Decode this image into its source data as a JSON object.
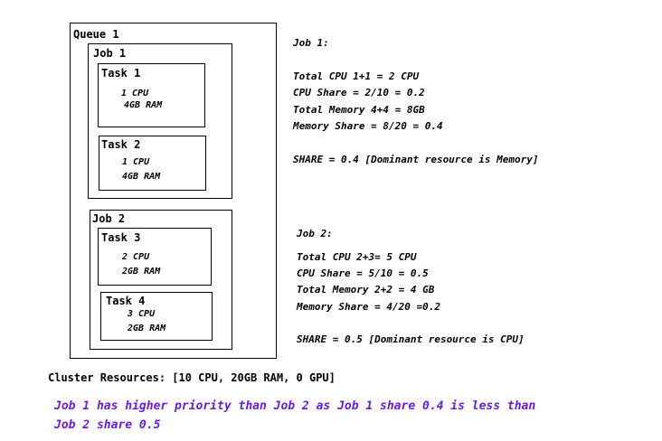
{
  "queue": {
    "title": "Queue 1",
    "jobs": [
      {
        "title": "Job 1",
        "tasks": [
          {
            "title": "Task 1",
            "cpu": "1 CPU",
            "ram": "4GB RAM"
          },
          {
            "title": "Task 2",
            "cpu": "1 CPU",
            "ram": "4GB RAM"
          }
        ]
      },
      {
        "title": "Job 2",
        "tasks": [
          {
            "title": "Task 3",
            "cpu": "2 CPU",
            "ram": "2GB RAM"
          },
          {
            "title": "Task 4",
            "cpu": "3 CPU",
            "ram": "2GB RAM"
          }
        ]
      }
    ]
  },
  "job1_calc": {
    "heading": "Job 1:",
    "lines": [
      "Total CPU  1+1 = 2 CPU",
      "CPU Share = 2/10 = 0.2",
      "Total Memory 4+4 = 8GB",
      "Memory Share = 8/20 = 0.4"
    ],
    "share": "SHARE = 0.4 [Dominant resource is Memory]"
  },
  "job2_calc": {
    "heading": "Job 2:",
    "lines": [
      "Total CPU 2+3= 5 CPU",
      "CPU Share = 5/10  = 0.5",
      "Total Memory 2+2 = 4 GB",
      "Memory Share = 4/20 =0.2"
    ],
    "share": "SHARE = 0.5 [Dominant resource is CPU]"
  },
  "cluster_resources": "Cluster Resources: [10 CPU, 20GB RAM, 0 GPU]",
  "conclusion": {
    "line1": "Job 1 has higher priority than Job 2 as Job 1 share 0.4 is less than",
    "line2": "Job 2 share 0.5"
  },
  "colors": {
    "conclusion_text": "#6a1be0"
  }
}
